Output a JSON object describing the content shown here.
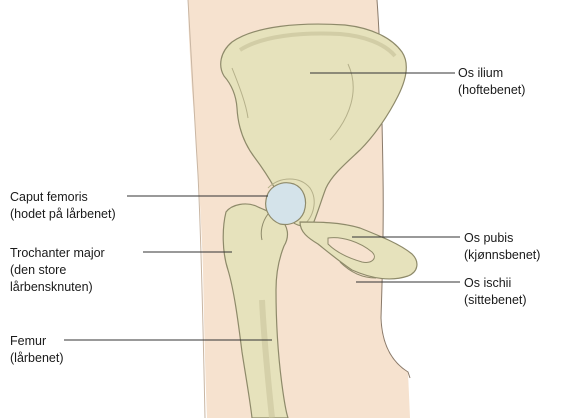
{
  "labels": {
    "ilium": {
      "line1": "Os ilium",
      "line2": "(hoftebenet)"
    },
    "caput": {
      "line1": "Caput femoris",
      "line2": "(hodet på lårbenet)"
    },
    "trochanter": {
      "line1": "Trochanter major",
      "line2": "(den store",
      "line3": "lårbensknuten)"
    },
    "femur": {
      "line1": "Femur",
      "line2": "(lårbenet)"
    },
    "pubis": {
      "line1": "Os pubis",
      "line2": "(kjønnsbenet)"
    },
    "ischii": {
      "line1": "Os ischii",
      "line2": "(sittebenet)"
    }
  },
  "colors": {
    "skin": "#f6e2cf",
    "skin_outline": "#8a7a6a",
    "bone": "#e6e2bc",
    "bone_shadow": "#c9c59c",
    "bone_outline": "#8e8a6a",
    "cartilage": "#d4e3ea",
    "leader_line": "#333333"
  }
}
